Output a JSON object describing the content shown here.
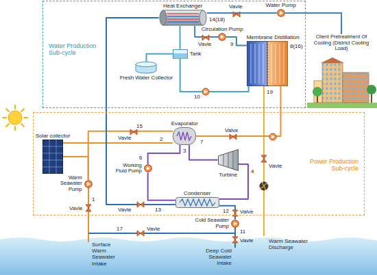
{
  "diagram": {
    "nodes": [
      {
        "text": [
          "Water Production Sub-cycle"
        ]
      },
      {
        "text": [
          "Heat Exchanger"
        ],
        "in": 0
      },
      {
        "text": [
          "Water Pump"
        ],
        "in": 0
      },
      {
        "text": [
          "Circulation Pump"
        ],
        "in": 0
      },
      {
        "text": [
          "Tank"
        ],
        "in": 0
      },
      {
        "text": [
          "Membrane Distillation"
        ],
        "in": 0
      },
      {
        "text": [
          "Fresh Water Collector"
        ],
        "in": 0
      },
      {
        "text": [
          "Client Pretreatment Of Cooling (District Cooling Load)"
        ]
      },
      {
        "text": [
          "Power Production Sub-cycle"
        ]
      },
      {
        "text": [
          "Solar collector"
        ],
        "in": 8
      },
      {
        "text": [
          "Evaporator"
        ],
        "in": 8
      },
      {
        "text": [
          "Turbine"
        ],
        "in": 8
      },
      {
        "text": [
          "Working Fluid Pump"
        ],
        "in": 8
      },
      {
        "text": [
          "Condenser"
        ],
        "in": 8
      },
      {
        "text": [
          "Warm Seawater Pump"
        ],
        "in": 8
      },
      {
        "text": [
          "Cold Seawater Pump"
        ]
      }
    ],
    "edges": [
      {
        "from": 1,
        "to": 2,
        "arrow": "none"
      },
      {
        "from": 2,
        "to": 7,
        "arrow": "none"
      },
      {
        "from": 1,
        "to": 3,
        "arrow": "none"
      },
      {
        "from": 3,
        "to": 5,
        "arrow": "none"
      },
      {
        "from": 1,
        "to": 4,
        "arrow": "none"
      },
      {
        "from": 4,
        "to": 6,
        "arrow": "none"
      },
      {
        "from": 5,
        "to": 4,
        "arrow": "none"
      },
      {
        "from": 10,
        "to": 5,
        "arrow": "none"
      },
      {
        "from": 14,
        "to": 10,
        "arrow": "none"
      },
      {
        "from": 14,
        "to": 9,
        "arrow": "none"
      },
      {
        "from": 9,
        "to": 10,
        "arrow": "none"
      },
      {
        "from": 10,
        "to": 11,
        "arrow": "none"
      },
      {
        "from": 11,
        "to": 13,
        "arrow": "none"
      },
      {
        "from": 13,
        "to": 12,
        "arrow": "none"
      },
      {
        "from": 12,
        "to": 10,
        "arrow": "none"
      },
      {
        "from": 15,
        "to": 13,
        "arrow": "none"
      },
      {
        "from": 13,
        "to": 1,
        "arrow": "none"
      }
    ],
    "labels": [
      "Vavle",
      "14(18)",
      "Vavle",
      "9",
      "8(16)",
      "10",
      "19",
      "15",
      "Vavle",
      "2",
      "7",
      "Valve",
      "3",
      "6",
      "4",
      "Vavle",
      "1",
      "Vavle",
      "Vavle",
      "13",
      "12",
      "Valve",
      "17",
      "Vavle",
      "11",
      "Vavle",
      "Surface Warm Seawater Intake",
      "Deep Cold Seawater Intake",
      "Warm Seawater Discharge"
    ]
  }
}
